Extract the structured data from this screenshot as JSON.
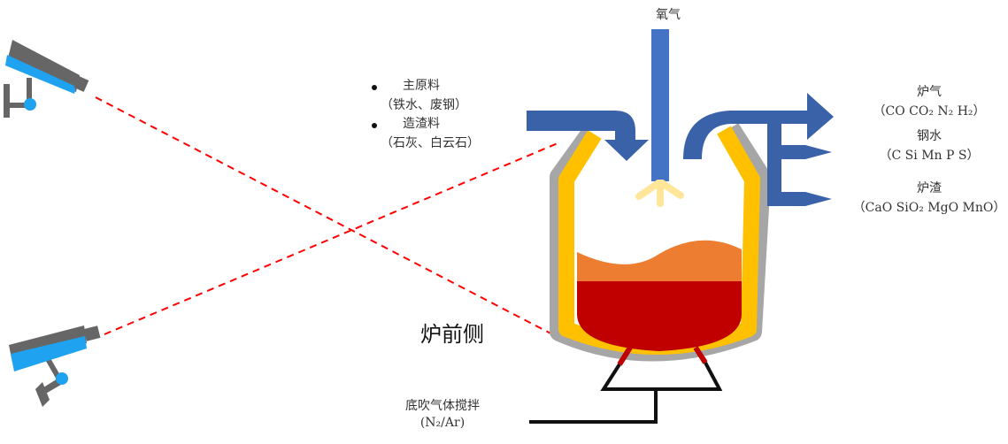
{
  "labels": {
    "oxygen": "氧气",
    "main_material": "主原料",
    "main_material_detail": "（铁水、废钢）",
    "slag_material": "造渣料",
    "slag_material_detail": "（石灰、白云石）",
    "furnace_gas": "炉气",
    "furnace_gas_detail": "（CO CO₂ N₂ H₂）",
    "molten_steel": "钢水",
    "molten_steel_detail": "（C Si Mn P S）",
    "slag": "炉渣",
    "slag_detail": "（CaO SiO₂ MgO MnO）",
    "furnace_front": "炉前侧",
    "bottom_blow": "底吹气体搅拌",
    "bottom_blow_gas": "(N₂/Ar)"
  },
  "colors": {
    "arrow_blue": "#3A62A8",
    "lance_blue": "#4472C4",
    "lining_yellow": "#FFC000",
    "shell_gray": "#A6A6A6",
    "slag_orange": "#ED7D31",
    "steel_red": "#C00000",
    "flame": "#FFE699",
    "camera_blue": "#1FA2F0",
    "camera_gray": "#666666",
    "sightline_red": "#FF0000"
  }
}
